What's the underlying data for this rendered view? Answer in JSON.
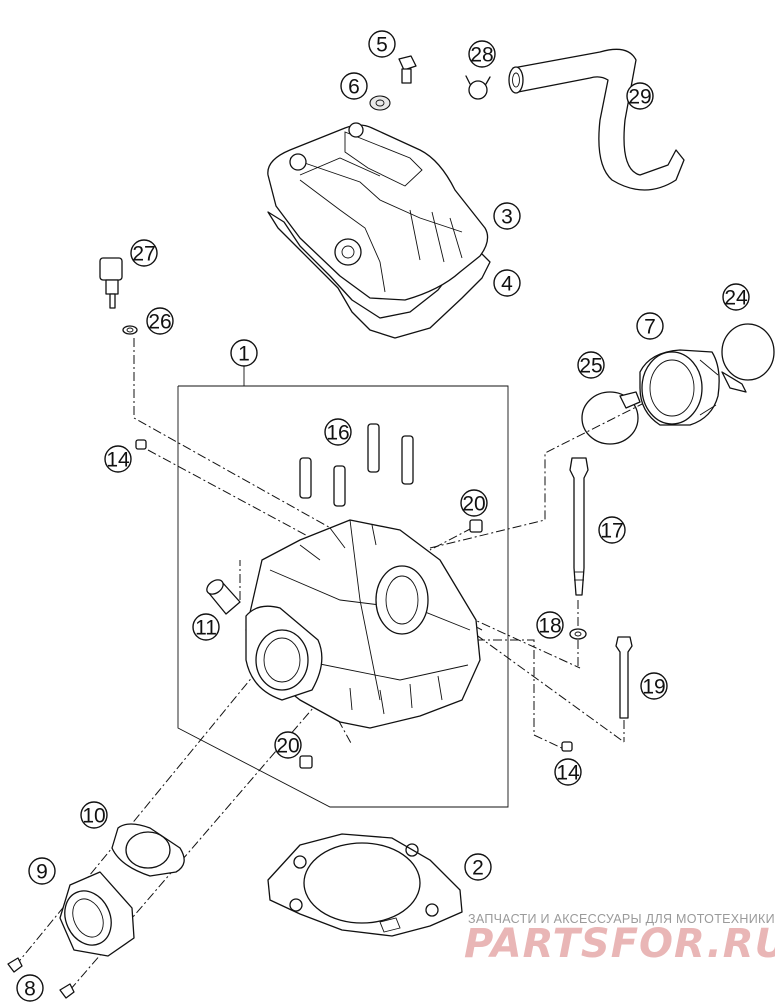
{
  "diagram": {
    "callouts": [
      {
        "id": "c1",
        "label": "1"
      },
      {
        "id": "c2",
        "label": "2"
      },
      {
        "id": "c3",
        "label": "3"
      },
      {
        "id": "c4",
        "label": "4"
      },
      {
        "id": "c5",
        "label": "5"
      },
      {
        "id": "c6",
        "label": "6"
      },
      {
        "id": "c7",
        "label": "7"
      },
      {
        "id": "c8",
        "label": "8"
      },
      {
        "id": "c9",
        "label": "9"
      },
      {
        "id": "c10",
        "label": "10"
      },
      {
        "id": "c11",
        "label": "11"
      },
      {
        "id": "c14a",
        "label": "14"
      },
      {
        "id": "c14b",
        "label": "14"
      },
      {
        "id": "c16",
        "label": "16"
      },
      {
        "id": "c17",
        "label": "17"
      },
      {
        "id": "c18",
        "label": "18"
      },
      {
        "id": "c19",
        "label": "19"
      },
      {
        "id": "c20a",
        "label": "20"
      },
      {
        "id": "c20b",
        "label": "20"
      },
      {
        "id": "c24",
        "label": "24"
      },
      {
        "id": "c25",
        "label": "25"
      },
      {
        "id": "c26",
        "label": "26"
      },
      {
        "id": "c27",
        "label": "27"
      },
      {
        "id": "c28",
        "label": "28"
      },
      {
        "id": "c29",
        "label": "29"
      }
    ]
  },
  "watermark": {
    "tagline": "ЗАПЧАСТИ И АКСЕССУАРЫ ДЛЯ МОТОТЕХНИКИ",
    "brand": "PARTSFOR.RU"
  }
}
